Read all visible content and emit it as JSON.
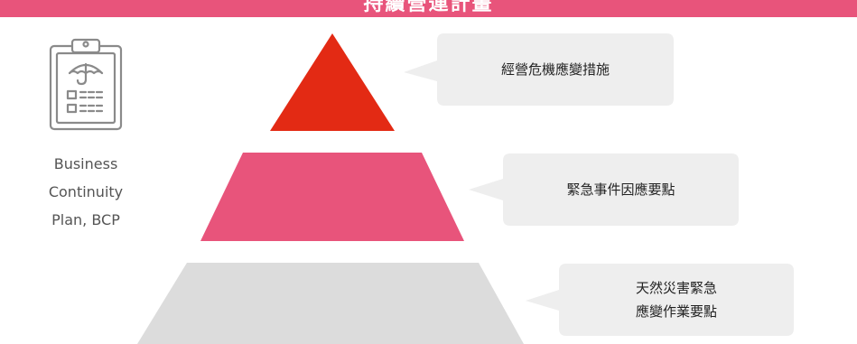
{
  "header": {
    "title": "持續營運計畫"
  },
  "colors": {
    "accent": "#e8547b",
    "pyramid_top": "#e32a14",
    "pyramid_middle": "#e8547b",
    "pyramid_bottom": "#dcdcdc",
    "callout_bg": "#eeeeee",
    "icon_stroke": "#8a8a8a"
  },
  "sidebar": {
    "icon": "clipboard-umbrella-icon",
    "label_lines": [
      "Business",
      "Continuity",
      "Plan, BCP"
    ]
  },
  "levels": [
    {
      "callout_lines": [
        "經營危機應變措施"
      ]
    },
    {
      "callout_lines": [
        "緊急事件因應要點"
      ]
    },
    {
      "callout_lines": [
        "天然災害緊急",
        "應變作業要點"
      ]
    }
  ]
}
